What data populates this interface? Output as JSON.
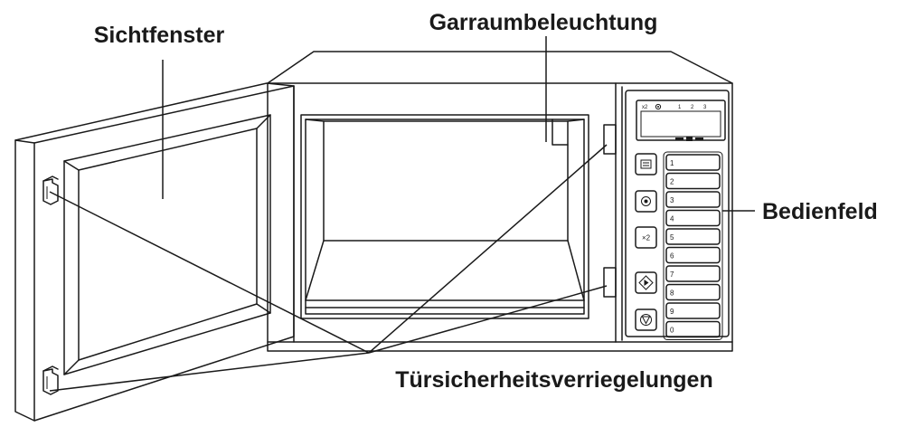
{
  "labels": {
    "window": "Sichtfenster",
    "light": "Garraumbeleuchtung",
    "panel": "Bedienfeld",
    "locks": "Türsicherheitsverriegelungen"
  },
  "panel": {
    "display_indicators": {
      "x2": "x2",
      "power_icon": "power-level-icon",
      "n1": "1",
      "n2": "2",
      "n3": "3"
    },
    "keys": [
      "1",
      "2",
      "3",
      "4",
      "5",
      "6",
      "7",
      "8",
      "9",
      "0"
    ],
    "function_buttons": [
      {
        "name": "display-mode-icon",
        "label": ""
      },
      {
        "name": "power-level-icon",
        "label": ""
      },
      {
        "name": "double-quantity",
        "label": "×2"
      },
      {
        "name": "start-icon",
        "label": ""
      },
      {
        "name": "stop-icon",
        "label": ""
      }
    ]
  }
}
